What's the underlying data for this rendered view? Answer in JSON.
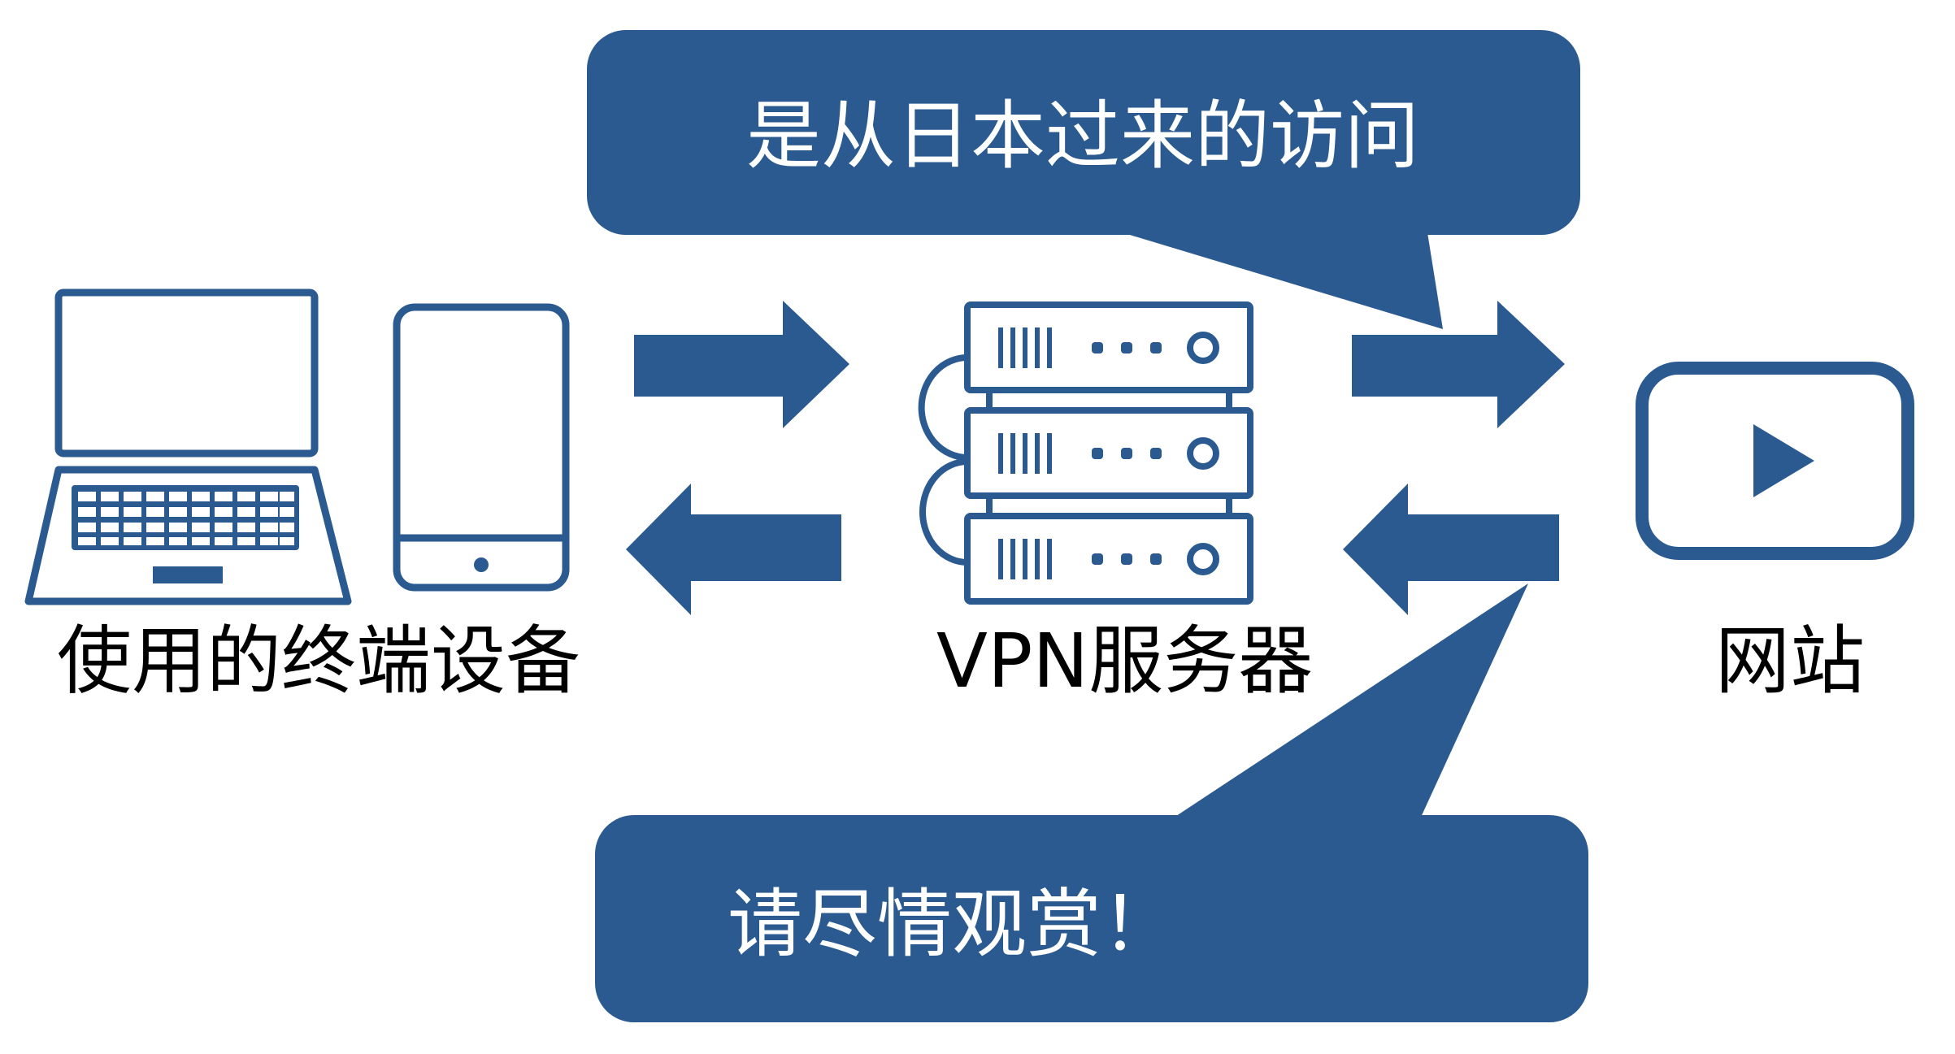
{
  "colors": {
    "primary": "#2b5a91",
    "icon_fill": "#ffffff",
    "background": "#ffffff",
    "label": "#000000",
    "bubble_text": "#ffffff"
  },
  "bubbles": {
    "top": {
      "text": "是从日本过来的访问"
    },
    "bottom": {
      "text": "请尽情观赏！"
    }
  },
  "labels": {
    "device": "使用的终端设备",
    "server": "VPN服务器",
    "website": "网站"
  },
  "icons": {
    "device": [
      "laptop-icon",
      "smartphone-icon"
    ],
    "server": "server-rack-icon",
    "website": "video-play-icon",
    "arrows": [
      "arrow-right-icon",
      "arrow-left-icon"
    ]
  }
}
